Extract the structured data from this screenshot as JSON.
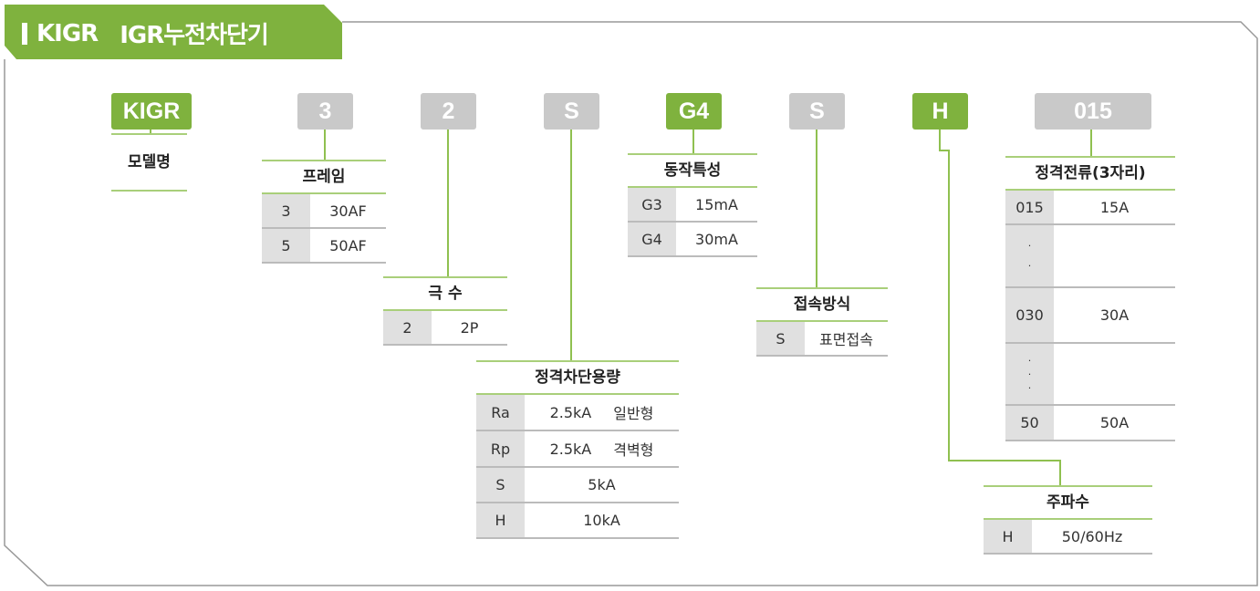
{
  "header": {
    "model": "KIGR",
    "title": "IGR누전차단기"
  },
  "colors": {
    "accent": "#7fb23e",
    "code_gray": "#c9c9c9",
    "cell_gray": "#e0e0e0"
  },
  "codes": [
    "KIGR",
    "3",
    "2",
    "S",
    "G4",
    "S",
    "H",
    "015"
  ],
  "model": {
    "title": "모델명"
  },
  "frame": {
    "title": "프레임",
    "rows": [
      [
        "3",
        "30AF"
      ],
      [
        "5",
        "50AF"
      ]
    ]
  },
  "poles": {
    "title": "극 수",
    "rows": [
      [
        "2",
        "2P"
      ]
    ]
  },
  "breaking": {
    "title": "정격차단용량",
    "rows": [
      [
        "Ra",
        "2.5kA",
        "일반형"
      ],
      [
        "Rp",
        "2.5kA",
        "격벽형"
      ],
      [
        "S",
        "5kA",
        ""
      ],
      [
        "H",
        "10kA",
        ""
      ]
    ]
  },
  "sensitivity": {
    "title": "동작특성",
    "rows": [
      [
        "G3",
        "15mA"
      ],
      [
        "G4",
        "30mA"
      ]
    ]
  },
  "connection": {
    "title": "접속방식",
    "rows": [
      [
        "S",
        "표면접속"
      ]
    ]
  },
  "current": {
    "title": "정격전류(3자리)",
    "rows": [
      [
        "015",
        "15A"
      ],
      [
        "·\n·",
        ""
      ],
      [
        "030",
        "30A"
      ],
      [
        "·\n·\n·",
        ""
      ],
      [
        "50",
        "50A"
      ]
    ]
  },
  "frequency": {
    "title": "주파수",
    "rows": [
      [
        "H",
        "50/60Hz"
      ]
    ]
  }
}
